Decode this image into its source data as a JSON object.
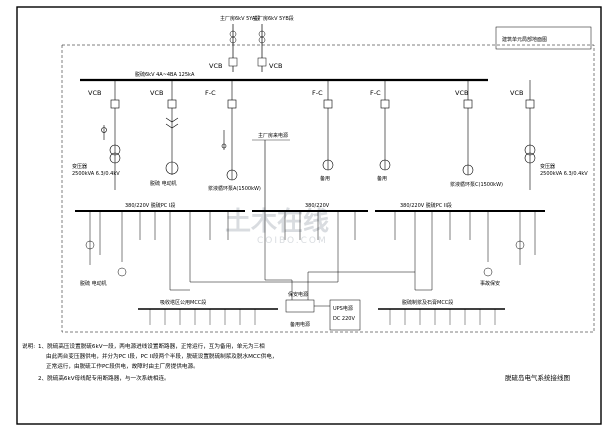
{
  "top_feeders": [
    "主厂房6kV 5YA段",
    "主厂房6kV 5YB段"
  ],
  "title_block_label": "建筑单元局部地面图",
  "hv_bus_label": "脱硫6kV 4A~4BA 125kA",
  "breaker_vcb": "VCB",
  "breaker_fc": "F-C",
  "mid_feed_label": "主厂房来电源",
  "lv_bus_labels": [
    "380/220V 脱硫PC I段",
    "380/220V",
    "380/220V 脱硫PC II段"
  ],
  "transformer_labels": [
    "变压器",
    "变压器"
  ],
  "transformer_specs": [
    "2500kVA 6.3/0.4kV",
    "2500kVA 6.3/0.4kV"
  ],
  "motor_label_left": "脱硫 电动机",
  "fc_load_labels": [
    "浆液循环泵A(1500kW)",
    "备用",
    "备用",
    "浆液循环泵C(1500kW)"
  ],
  "mcc_labels": [
    "吸收塔区公用MCC段",
    "脱硫制浆及石膏MCC段"
  ],
  "emergency_label": "保安电源",
  "small_labels": [
    "备用电源",
    "事故保安",
    "UPS电源",
    "DC 220V"
  ],
  "notes": {
    "heading": "说明:",
    "line1": "1、脱硫高压设置脱硫6kV一段，两电源进线设置断路器，正常运行，互为备用，单元为三相",
    "line2": "由此两台变压器供电，并分为PC I段，PC II段两个半段，脱硫设置脱硫制浆及脱水MCC供电，",
    "line3": "正常运行，由脱硫工作PC段供电，故障时由主厂房提供电源。",
    "line4": "2、脱硫高6kV母线配专用断路器，与一次系统相连。"
  },
  "drawing_title": "脱硫岛电气系统接线图",
  "watermark": {
    "main": "土木在线",
    "sub": "COIBO.COM"
  }
}
